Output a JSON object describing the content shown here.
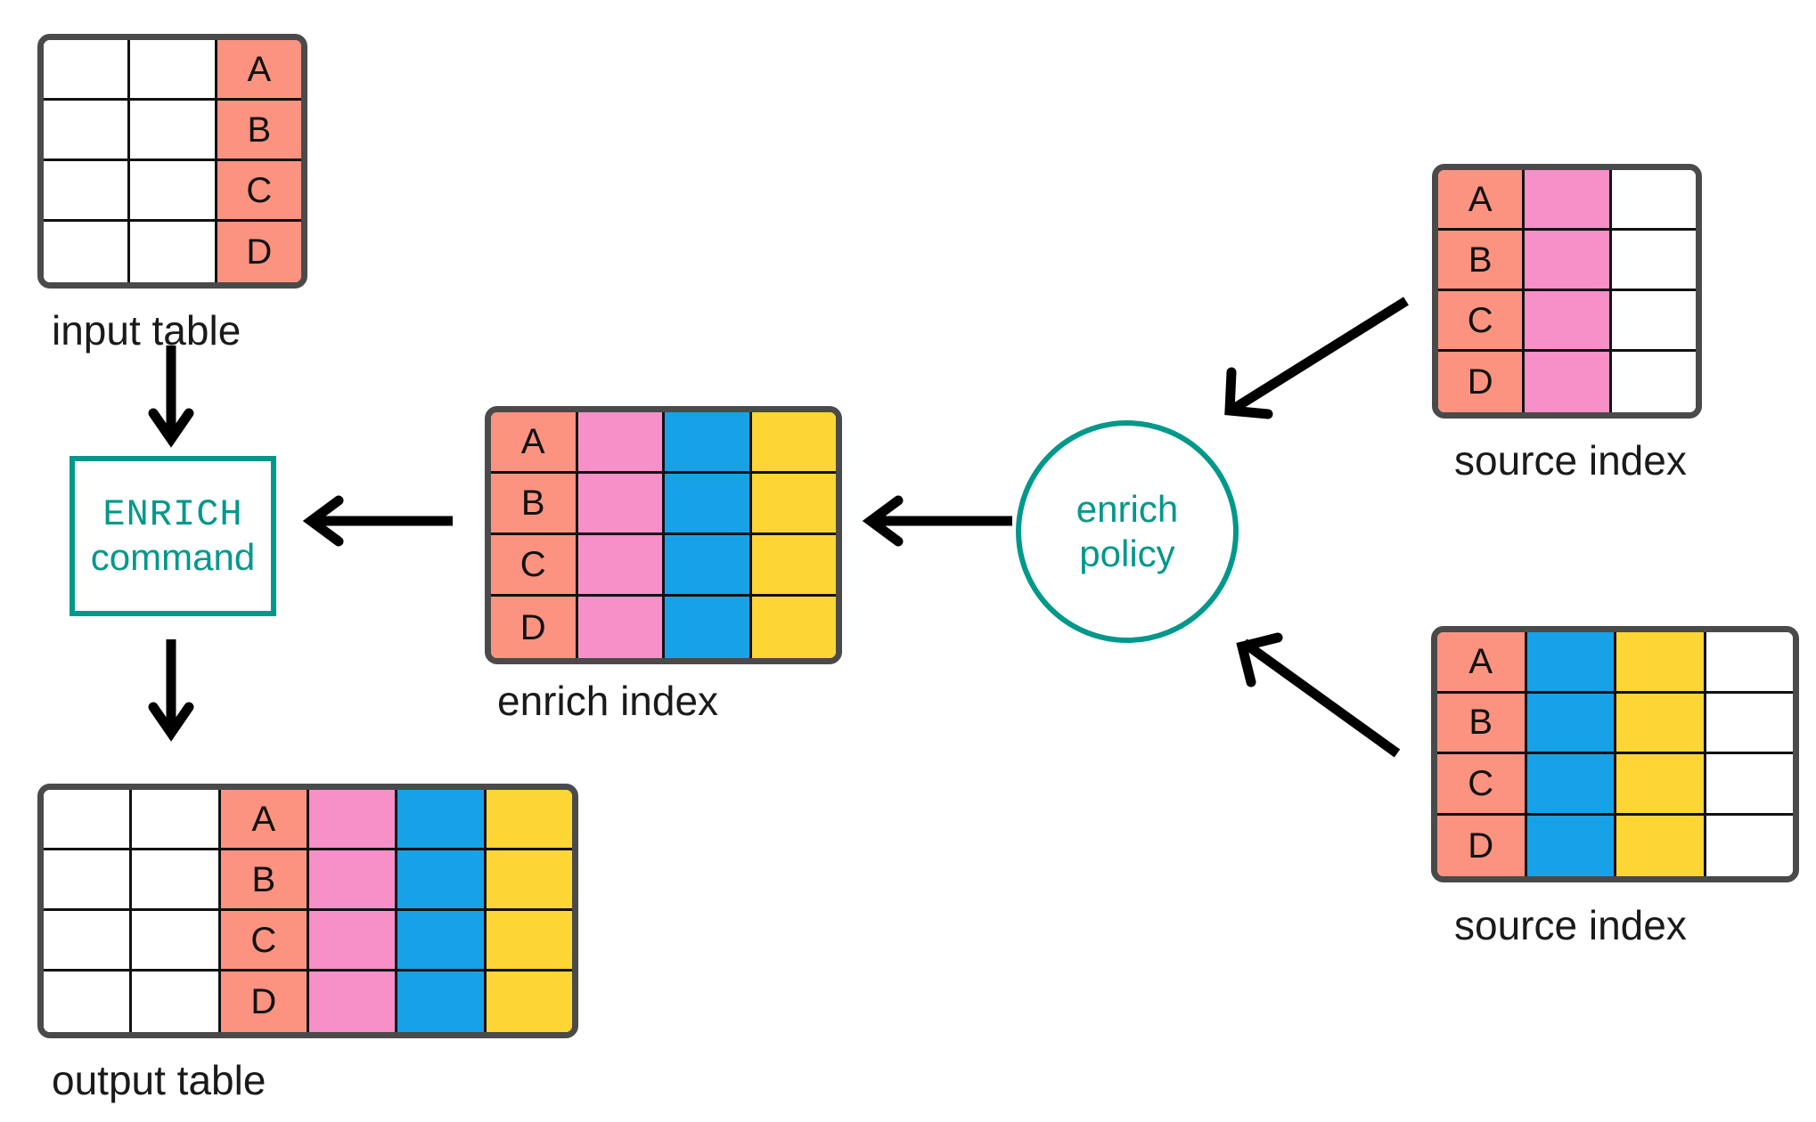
{
  "diagram": {
    "title": "ENRICH command enrich policy data flow",
    "palette": {
      "salmon": "#fb9380",
      "pink": "#f78fc8",
      "blue": "#17a2e8",
      "yellow": "#fdd535",
      "white": "#ffffff",
      "table_border": "#4a4a4a",
      "cell_border": "#111111",
      "teal_accent": "#00988a",
      "arrow": "#000000",
      "text": "#1a1a1a"
    },
    "row_keys": [
      "A",
      "B",
      "C",
      "D"
    ]
  },
  "input_table": {
    "caption": "input table",
    "columns": [
      "white",
      "white",
      "salmon"
    ],
    "rows": [
      [
        {
          "color": "white",
          "text": ""
        },
        {
          "color": "white",
          "text": ""
        },
        {
          "color": "salmon",
          "text": "A"
        }
      ],
      [
        {
          "color": "white",
          "text": ""
        },
        {
          "color": "white",
          "text": ""
        },
        {
          "color": "salmon",
          "text": "B"
        }
      ],
      [
        {
          "color": "white",
          "text": ""
        },
        {
          "color": "white",
          "text": ""
        },
        {
          "color": "salmon",
          "text": "C"
        }
      ],
      [
        {
          "color": "white",
          "text": ""
        },
        {
          "color": "white",
          "text": ""
        },
        {
          "color": "salmon",
          "text": "D"
        }
      ]
    ]
  },
  "enrich_command": {
    "line1": "ENRICH",
    "line2": "command"
  },
  "enrich_index": {
    "caption": "enrich index",
    "columns": [
      "salmon",
      "pink",
      "blue",
      "yellow"
    ],
    "rows": [
      [
        {
          "color": "salmon",
          "text": "A"
        },
        {
          "color": "pink",
          "text": ""
        },
        {
          "color": "blue",
          "text": ""
        },
        {
          "color": "yellow",
          "text": ""
        }
      ],
      [
        {
          "color": "salmon",
          "text": "B"
        },
        {
          "color": "pink",
          "text": ""
        },
        {
          "color": "blue",
          "text": ""
        },
        {
          "color": "yellow",
          "text": ""
        }
      ],
      [
        {
          "color": "salmon",
          "text": "C"
        },
        {
          "color": "pink",
          "text": ""
        },
        {
          "color": "blue",
          "text": ""
        },
        {
          "color": "yellow",
          "text": ""
        }
      ],
      [
        {
          "color": "salmon",
          "text": "D"
        },
        {
          "color": "pink",
          "text": ""
        },
        {
          "color": "blue",
          "text": ""
        },
        {
          "color": "yellow",
          "text": ""
        }
      ]
    ]
  },
  "enrich_policy": {
    "line1": "enrich",
    "line2": "policy"
  },
  "source_index_top": {
    "caption": "source index",
    "columns": [
      "salmon",
      "pink",
      "white"
    ],
    "rows": [
      [
        {
          "color": "salmon",
          "text": "A"
        },
        {
          "color": "pink",
          "text": ""
        },
        {
          "color": "white",
          "text": ""
        }
      ],
      [
        {
          "color": "salmon",
          "text": "B"
        },
        {
          "color": "pink",
          "text": ""
        },
        {
          "color": "white",
          "text": ""
        }
      ],
      [
        {
          "color": "salmon",
          "text": "C"
        },
        {
          "color": "pink",
          "text": ""
        },
        {
          "color": "white",
          "text": ""
        }
      ],
      [
        {
          "color": "salmon",
          "text": "D"
        },
        {
          "color": "pink",
          "text": ""
        },
        {
          "color": "white",
          "text": ""
        }
      ]
    ]
  },
  "source_index_bottom": {
    "caption": "source index",
    "columns": [
      "salmon",
      "blue",
      "yellow",
      "white"
    ],
    "rows": [
      [
        {
          "color": "salmon",
          "text": "A"
        },
        {
          "color": "blue",
          "text": ""
        },
        {
          "color": "yellow",
          "text": ""
        },
        {
          "color": "white",
          "text": ""
        }
      ],
      [
        {
          "color": "salmon",
          "text": "B"
        },
        {
          "color": "blue",
          "text": ""
        },
        {
          "color": "yellow",
          "text": ""
        },
        {
          "color": "white",
          "text": ""
        }
      ],
      [
        {
          "color": "salmon",
          "text": "C"
        },
        {
          "color": "blue",
          "text": ""
        },
        {
          "color": "yellow",
          "text": ""
        },
        {
          "color": "white",
          "text": ""
        }
      ],
      [
        {
          "color": "salmon",
          "text": "D"
        },
        {
          "color": "blue",
          "text": ""
        },
        {
          "color": "yellow",
          "text": ""
        },
        {
          "color": "white",
          "text": ""
        }
      ]
    ]
  },
  "output_table": {
    "caption": "output table",
    "columns": [
      "white",
      "white",
      "salmon",
      "pink",
      "blue",
      "yellow"
    ],
    "rows": [
      [
        {
          "color": "white",
          "text": ""
        },
        {
          "color": "white",
          "text": ""
        },
        {
          "color": "salmon",
          "text": "A"
        },
        {
          "color": "pink",
          "text": ""
        },
        {
          "color": "blue",
          "text": ""
        },
        {
          "color": "yellow",
          "text": ""
        }
      ],
      [
        {
          "color": "white",
          "text": ""
        },
        {
          "color": "white",
          "text": ""
        },
        {
          "color": "salmon",
          "text": "B"
        },
        {
          "color": "pink",
          "text": ""
        },
        {
          "color": "blue",
          "text": ""
        },
        {
          "color": "yellow",
          "text": ""
        }
      ],
      [
        {
          "color": "white",
          "text": ""
        },
        {
          "color": "white",
          "text": ""
        },
        {
          "color": "salmon",
          "text": "C"
        },
        {
          "color": "pink",
          "text": ""
        },
        {
          "color": "blue",
          "text": ""
        },
        {
          "color": "yellow",
          "text": ""
        }
      ],
      [
        {
          "color": "white",
          "text": ""
        },
        {
          "color": "white",
          "text": ""
        },
        {
          "color": "salmon",
          "text": "D"
        },
        {
          "color": "pink",
          "text": ""
        },
        {
          "color": "blue",
          "text": ""
        },
        {
          "color": "yellow",
          "text": ""
        }
      ]
    ]
  },
  "arrows": [
    {
      "name": "arrow-input-to-command",
      "direction": "down"
    },
    {
      "name": "arrow-command-to-output",
      "direction": "down"
    },
    {
      "name": "arrow-enrich-index-to-command",
      "direction": "left"
    },
    {
      "name": "arrow-policy-to-enrich-index",
      "direction": "left"
    },
    {
      "name": "arrow-source-top-to-policy",
      "direction": "down-left"
    },
    {
      "name": "arrow-source-bottom-to-policy",
      "direction": "up-left"
    }
  ]
}
